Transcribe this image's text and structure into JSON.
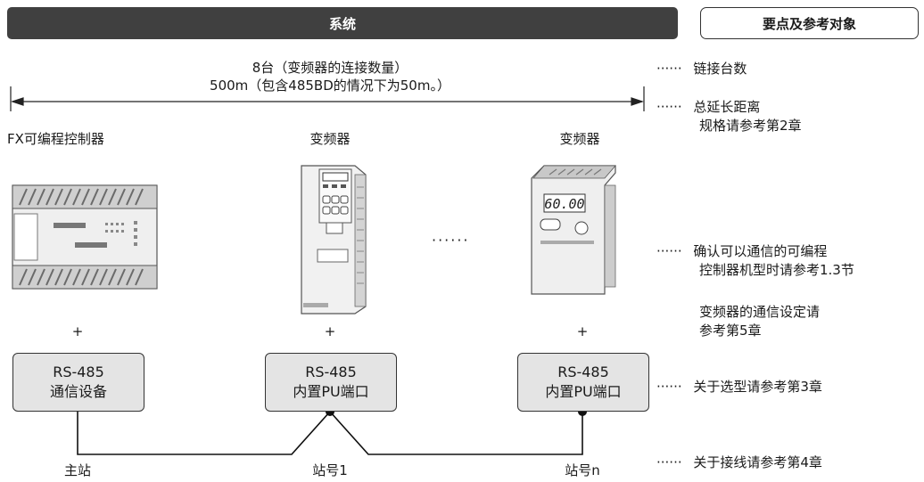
{
  "header": {
    "system_label": "系统",
    "reference_label": "要点及参考对象"
  },
  "system": {
    "count_line": "8台（变频器的连接数量）",
    "distance_line": "500m（包含485BD的情况下为50m。）",
    "devices": [
      {
        "name": "FX可编程控制器",
        "box_line1": "RS-485",
        "box_line2": "通信设备",
        "station": "主站"
      },
      {
        "name": "变频器",
        "box_line1": "RS-485",
        "box_line2": "内置PU端口",
        "station": "站号1"
      },
      {
        "name": "变频器",
        "box_line1": "RS-485",
        "box_line2": "内置PU端口",
        "station": "站号n"
      }
    ],
    "plus": "+",
    "ellipsis": "······",
    "inverter_display": "60.00"
  },
  "references": {
    "link_count": "链接台数",
    "total_length_1": "总延长距离",
    "total_length_2": "规格请参考第2章",
    "plc_check_1": "确认可以通信的可编程",
    "plc_check_2": "控制器机型时请参考1.3节",
    "inverter_setting_1": "变频器的通信设定请",
    "inverter_setting_2": "参考第5章",
    "selection": "关于选型请参考第3章",
    "wiring": "关于接线请参考第4章"
  },
  "leader_dots": "······"
}
